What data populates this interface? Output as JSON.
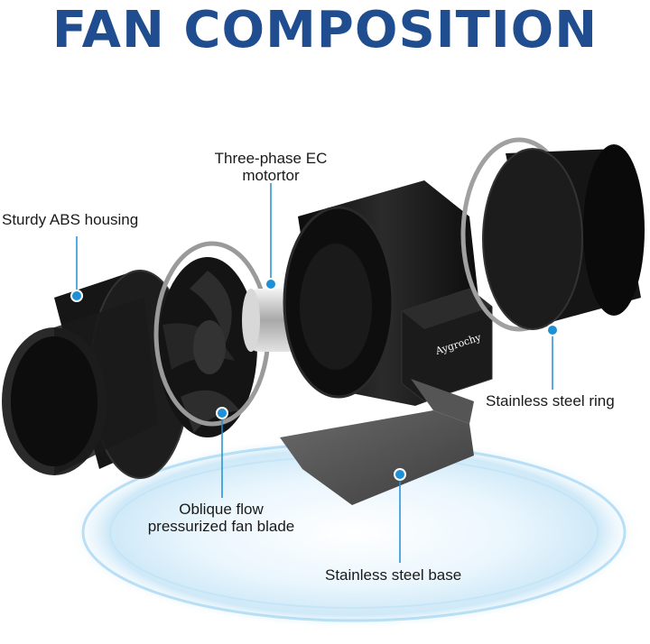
{
  "title": "FAN COMPOSITION",
  "colors": {
    "title": "#1f4d8f",
    "marker": "#1f8fd6",
    "ring": "#9fd4f2"
  },
  "brand": "Aygrochy",
  "callouts": {
    "housing": "Sturdy ABS housing",
    "motor_line1": "Three-phase EC",
    "motor_line2": "motortor",
    "ring": "Stainless steel ring",
    "blade_line1": "Oblique flow",
    "blade_line2": "pressurized fan blade",
    "base": "Stainless steel base"
  }
}
